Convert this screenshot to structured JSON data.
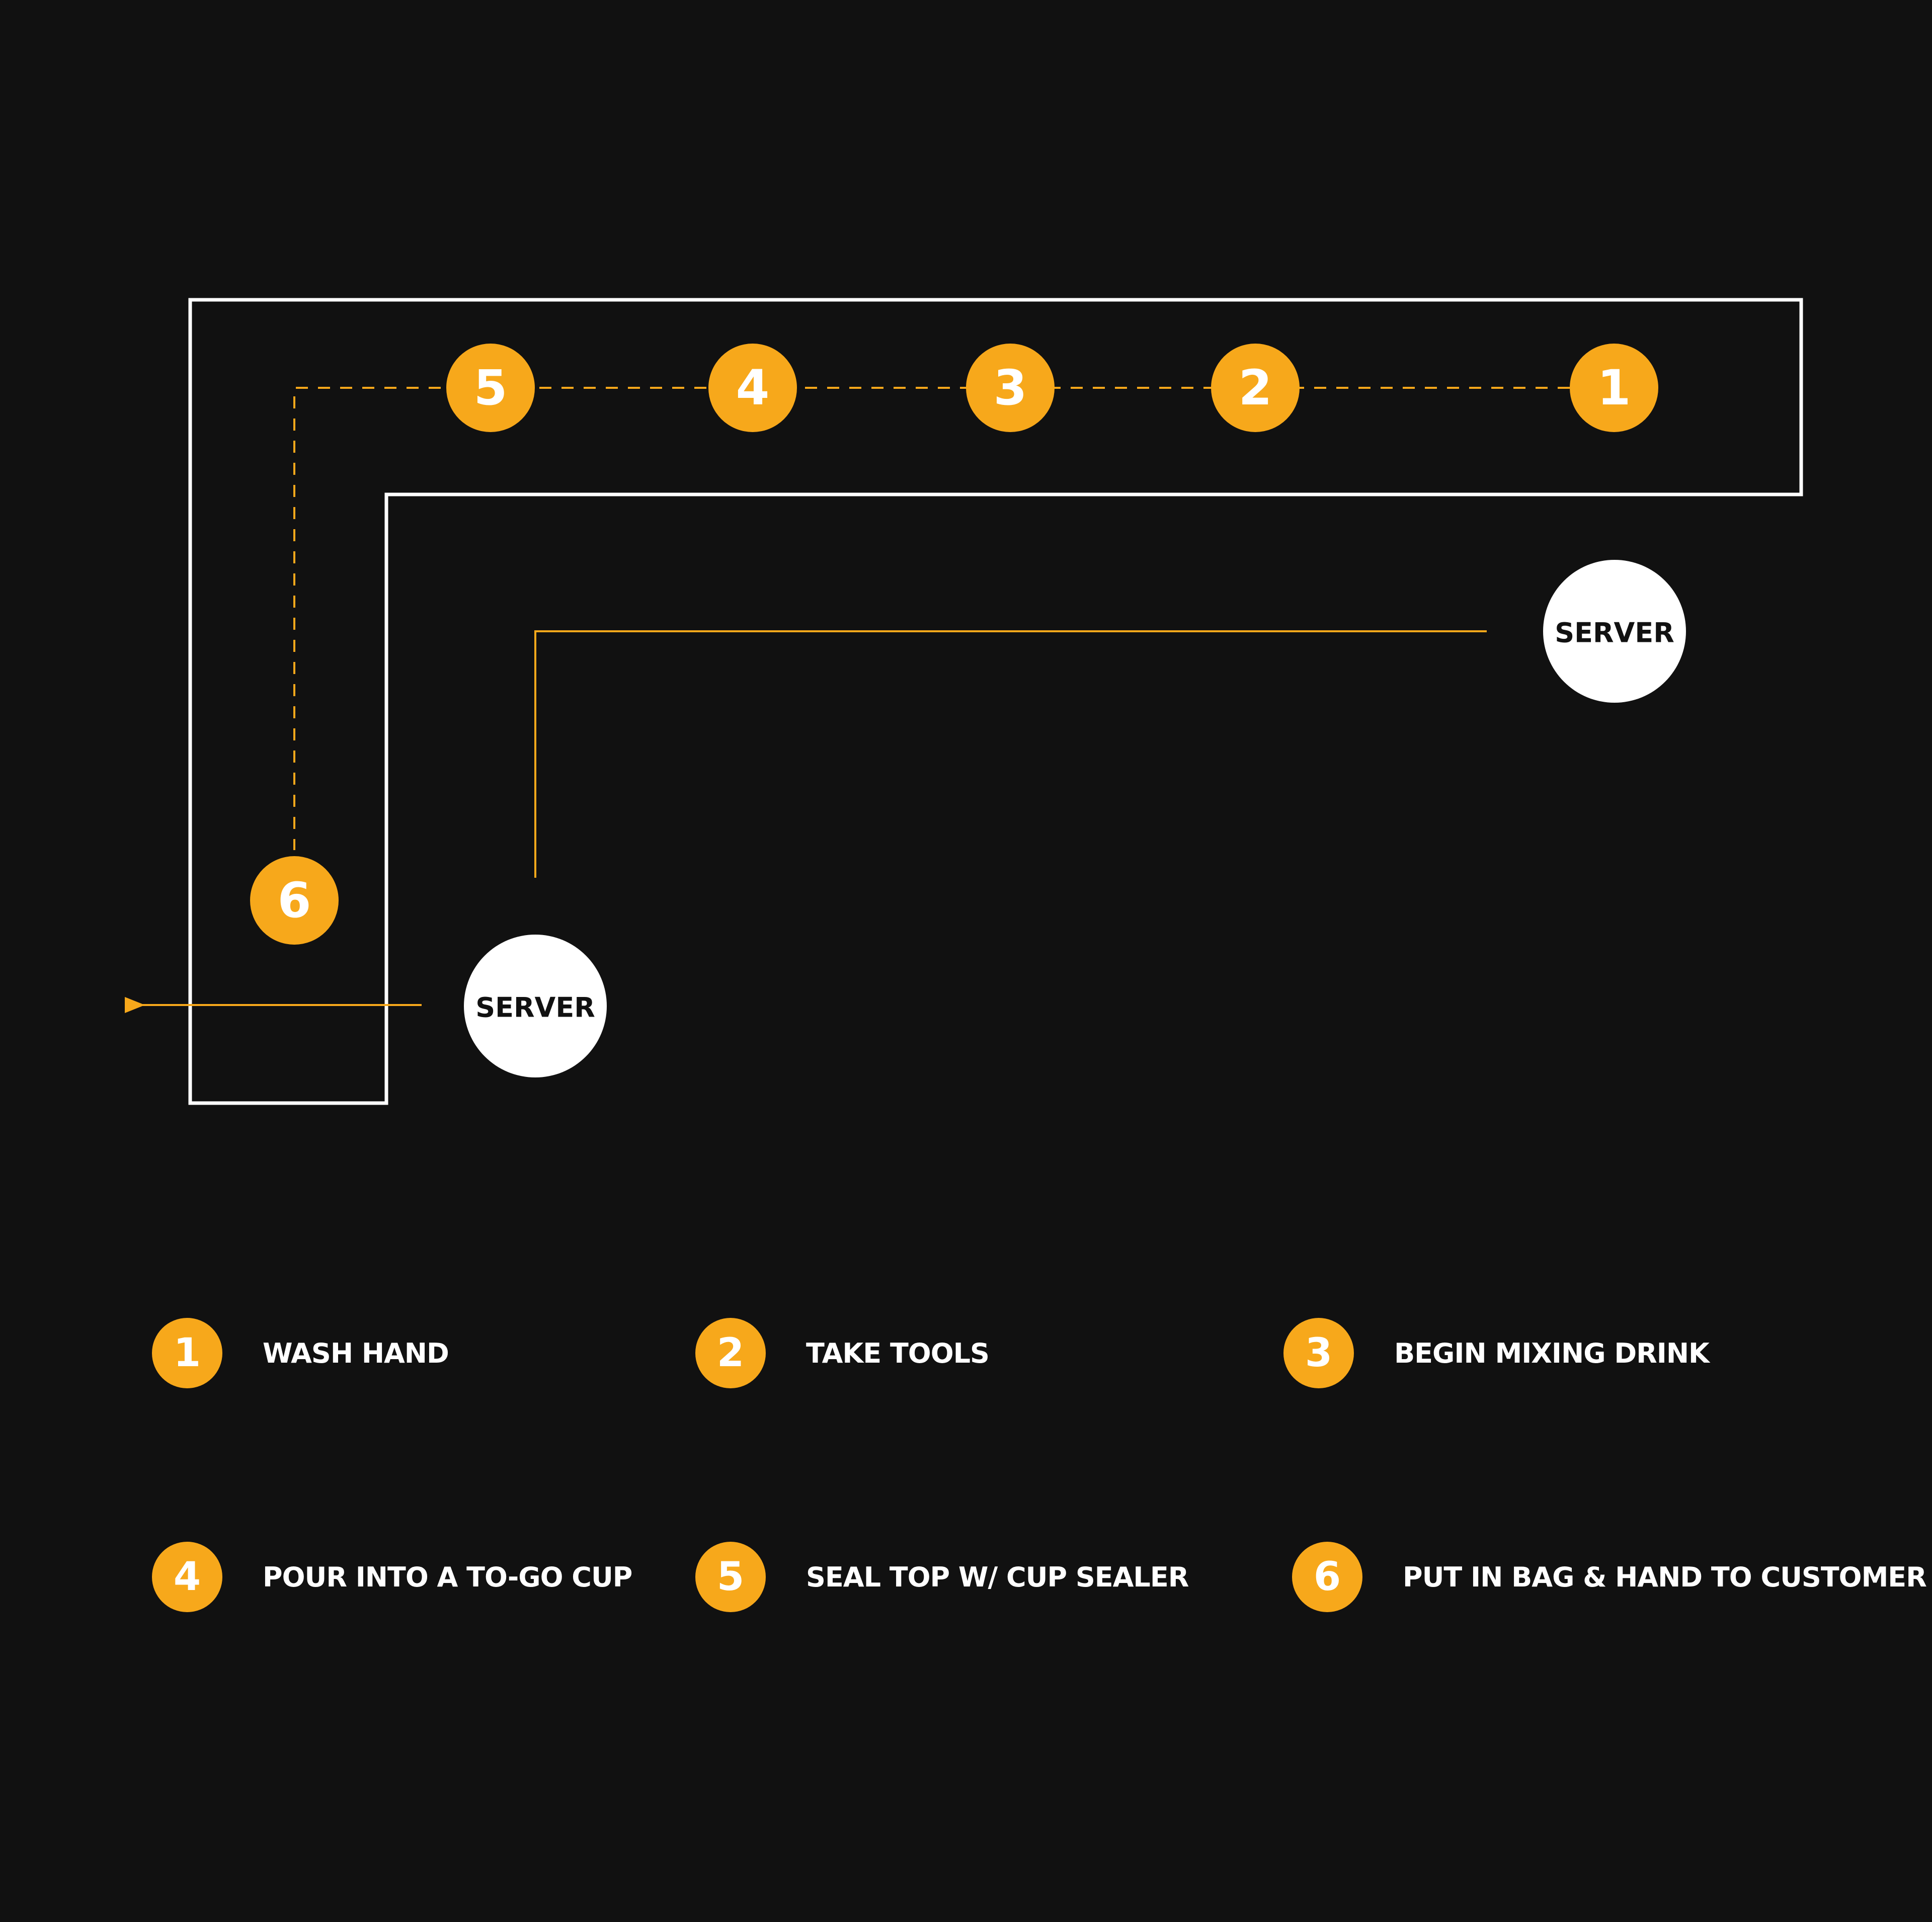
{
  "colors": {
    "background": "#111111",
    "accent": "#F7A81B",
    "outline": "#FFFFFF",
    "server_fill": "#FFFFFF",
    "server_text": "#111111"
  },
  "path_steps": [
    "1",
    "2",
    "3",
    "4",
    "5",
    "6"
  ],
  "servers": {
    "top_right": "SERVER",
    "bottom_left": "SERVER"
  },
  "legend": [
    {
      "num": "1",
      "label": "WASH HAND"
    },
    {
      "num": "2",
      "label": "TAKE TOOLS"
    },
    {
      "num": "3",
      "label": "BEGIN MIXING DRINK"
    },
    {
      "num": "4",
      "label": "POUR INTO A TO-GO CUP"
    },
    {
      "num": "5",
      "label": "SEAL TOP W/ CUP SEALER"
    },
    {
      "num": "6",
      "label": "PUT IN BAG & HAND TO CUSTOMER"
    }
  ]
}
